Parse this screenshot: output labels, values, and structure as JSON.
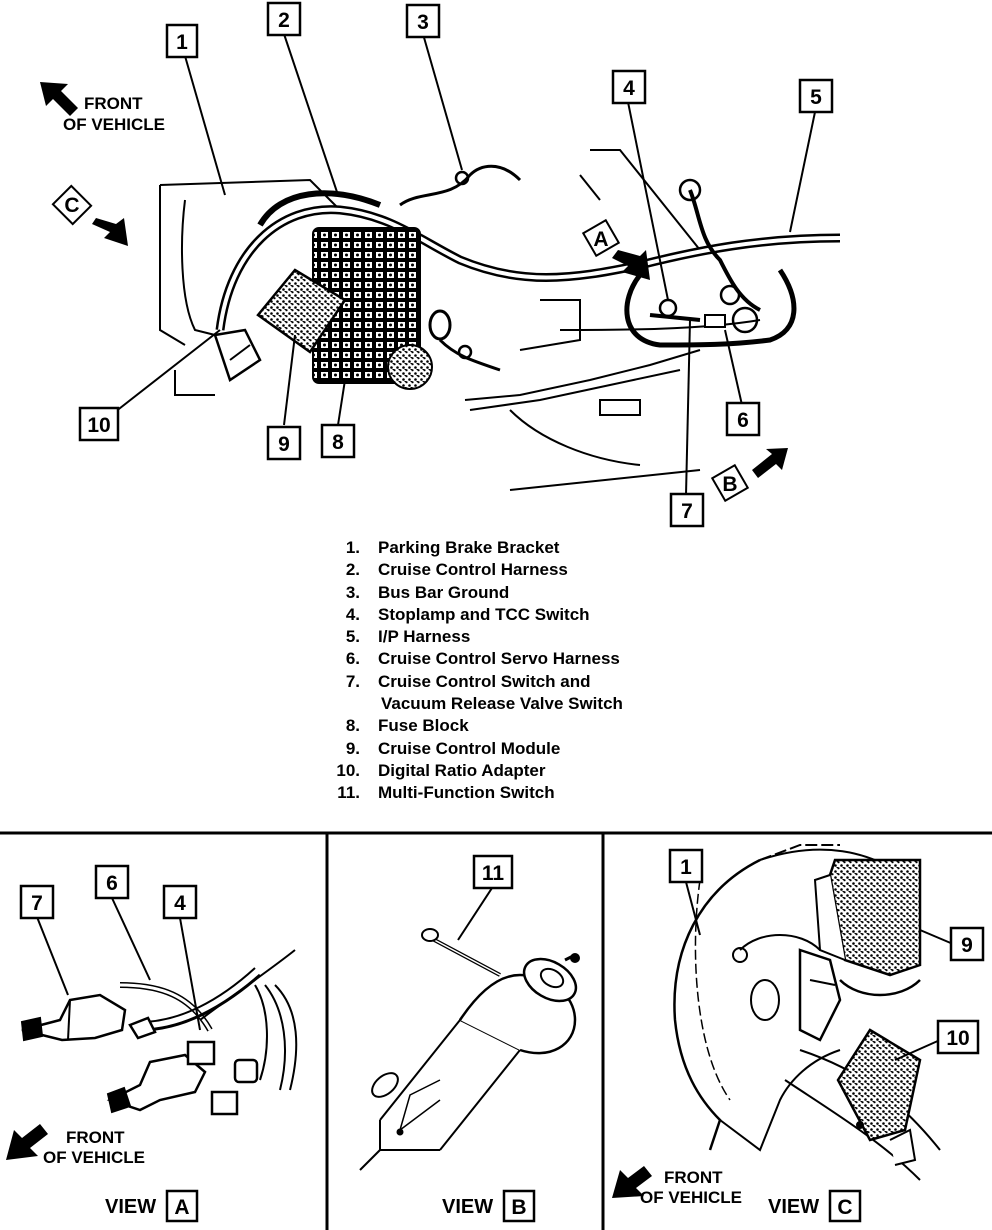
{
  "main_view": {
    "front_label_line1": "FRONT",
    "front_label_line2": "OF VEHICLE",
    "view_markers": [
      "C",
      "A",
      "B"
    ],
    "callouts": [
      "1",
      "2",
      "3",
      "4",
      "5",
      "6",
      "7",
      "8",
      "9",
      "10"
    ]
  },
  "legend": [
    {
      "num": "1.",
      "text": "Parking Brake Bracket"
    },
    {
      "num": "2.",
      "text": "Cruise Control Harness"
    },
    {
      "num": "3.",
      "text": "Bus Bar Ground"
    },
    {
      "num": "4.",
      "text": "Stoplamp and TCC Switch"
    },
    {
      "num": "5.",
      "text": "I/P Harness"
    },
    {
      "num": "6.",
      "text": "Cruise Control Servo Harness"
    },
    {
      "num": "7.",
      "text": "Cruise Control Switch and"
    },
    {
      "num": "",
      "text": "Vacuum Release Valve Switch"
    },
    {
      "num": "8.",
      "text": "Fuse Block"
    },
    {
      "num": "9.",
      "text": "Cruise Control Module"
    },
    {
      "num": "10.",
      "text": "Digital Ratio Adapter"
    },
    {
      "num": "11.",
      "text": "Multi-Function Switch"
    }
  ],
  "view_a": {
    "callouts": [
      "7",
      "6",
      "4"
    ],
    "front_label_line1": "FRONT",
    "front_label_line2": "OF VEHICLE",
    "view_word": "VIEW",
    "view_letter": "A"
  },
  "view_b": {
    "callouts": [
      "11"
    ],
    "view_word": "VIEW",
    "view_letter": "B"
  },
  "view_c": {
    "callouts": [
      "1",
      "9",
      "10"
    ],
    "front_label_line1": "FRONT",
    "front_label_line2": "OF VEHICLE",
    "view_word": "VIEW",
    "view_letter": "C"
  }
}
